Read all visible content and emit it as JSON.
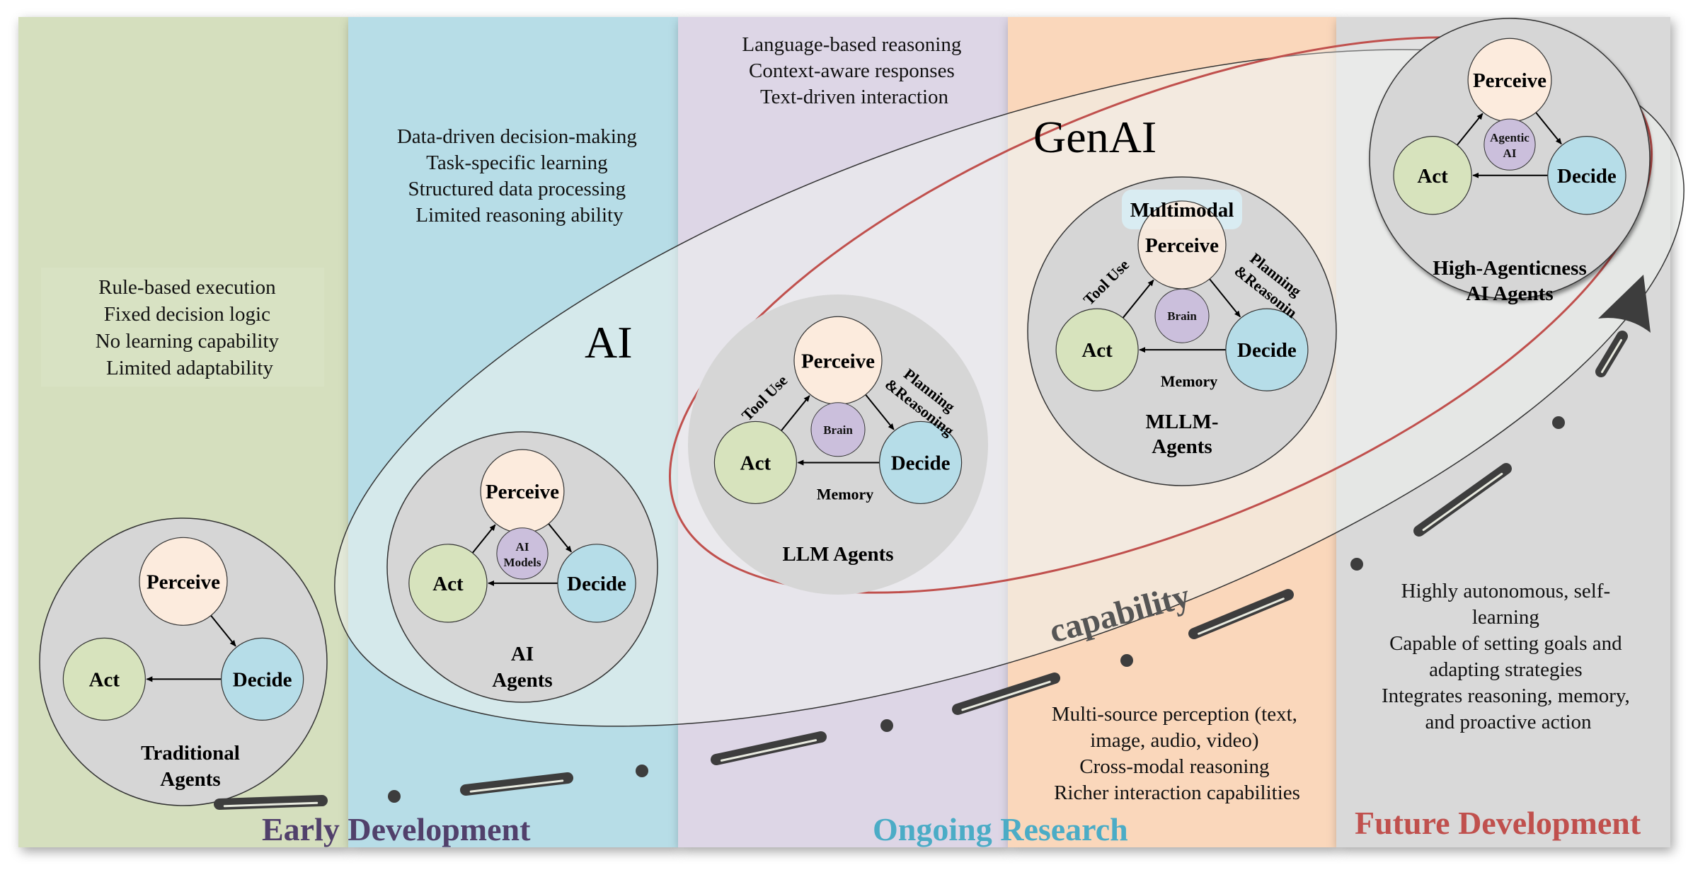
{
  "colors": {
    "panel_early": "#d5dfbe",
    "panel_ai": "#b7dde7",
    "panel_llm": "#ddd6e6",
    "panel_mllm": "#fad7bb",
    "panel_future": "#d9d9d9",
    "perceive_fill": "#fcebdd",
    "decide_fill": "#b6dde8",
    "act_fill": "#d7e3bd",
    "core_fill": "#cbbfdc",
    "agent_disc": "#d6d6d6",
    "genai_outline": "#c0504d",
    "early_title": "#51406b",
    "ongoing_title": "#4bacc6",
    "future_title": "#c0504d",
    "arrow_dark": "#3d3d3d"
  },
  "panels": [
    {
      "id": "traditional",
      "description": [
        "Rule-based execution",
        "Fixed decision logic",
        "No learning capability",
        "Limited adaptability"
      ]
    },
    {
      "id": "ai",
      "description": [
        "Data-driven decision-making",
        "Task-specific learning",
        "Structured data processing",
        "Limited reasoning ability"
      ]
    },
    {
      "id": "llm",
      "description": [
        "Language-based reasoning",
        "Context-aware responses",
        "Text-driven interaction"
      ]
    },
    {
      "id": "mllm",
      "description": [
        "Multi-source perception (text,",
        "image, audio, video)",
        "Cross-modal reasoning",
        "Richer interaction capabilities"
      ]
    },
    {
      "id": "future",
      "description": [
        "Highly autonomous, self-",
        "learning",
        "Capable of setting goals and",
        "adapting strategies",
        "Integrates reasoning, memory,",
        "and proactive action"
      ]
    }
  ],
  "agents": {
    "traditional": {
      "perceive": "Perceive",
      "decide": "Decide",
      "act": "Act",
      "title": [
        "Traditional",
        "Agents"
      ]
    },
    "ai": {
      "perceive": "Perceive",
      "decide": "Decide",
      "act": "Act",
      "core": [
        "AI",
        "Models"
      ],
      "title": [
        "AI",
        "Agents"
      ]
    },
    "llm": {
      "perceive": "Perceive",
      "decide": "Decide",
      "act": "Act",
      "core": [
        "Brain"
      ],
      "tool_use": "Tool Use",
      "planning": [
        "Planning",
        "&Reasoning"
      ],
      "memory": "Memory",
      "title": [
        "LLM  Agents"
      ]
    },
    "mllm": {
      "badge": "Multimodal",
      "perceive": "Perceive",
      "decide": "Decide",
      "act": "Act",
      "core": [
        "Brain"
      ],
      "tool_use": "Tool Use",
      "planning": [
        "Planning",
        "&Reasonin"
      ],
      "memory": "Memory",
      "title": [
        "MLLM-",
        "Agents"
      ]
    },
    "future": {
      "perceive": "Perceive",
      "decide": "Decide",
      "act": "Act",
      "core": [
        "Agentic",
        "AI"
      ],
      "title": [
        "High-Agenticness",
        "AI Agents"
      ]
    }
  },
  "regions": {
    "ai_label": "AI",
    "genai_label": "GenAI"
  },
  "capability_label": "capability",
  "stage_titles": {
    "early": "Early Development",
    "ongoing": "Ongoing Research",
    "future": "Future Development"
  }
}
